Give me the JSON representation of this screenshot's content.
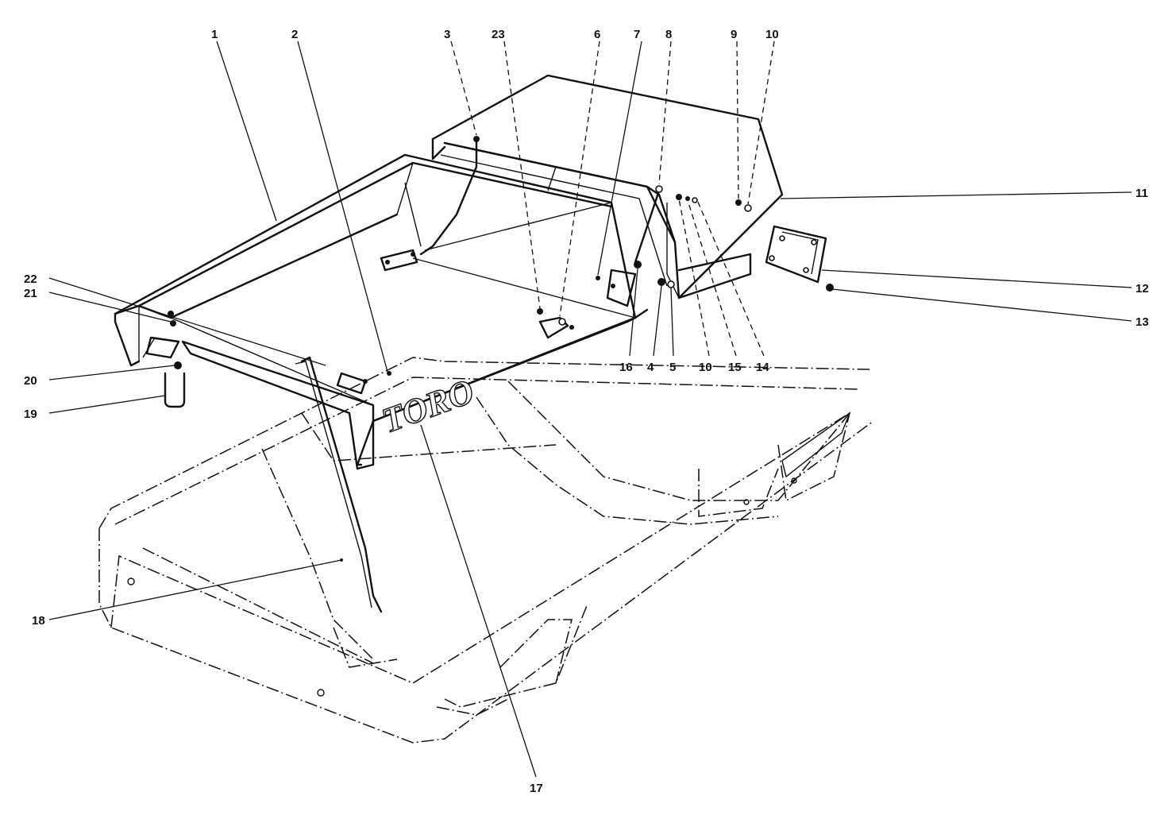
{
  "brand": "TORO",
  "callouts": [
    {
      "id": "c1",
      "text": "1"
    },
    {
      "id": "c2",
      "text": "2"
    },
    {
      "id": "c3",
      "text": "3"
    },
    {
      "id": "c23",
      "text": "23"
    },
    {
      "id": "c6",
      "text": "6"
    },
    {
      "id": "c7",
      "text": "7"
    },
    {
      "id": "c8",
      "text": "8"
    },
    {
      "id": "c9",
      "text": "9"
    },
    {
      "id": "c10a",
      "text": "10"
    },
    {
      "id": "c11",
      "text": "11"
    },
    {
      "id": "c12",
      "text": "12"
    },
    {
      "id": "c13",
      "text": "13"
    },
    {
      "id": "c14",
      "text": "14"
    },
    {
      "id": "c15",
      "text": "15"
    },
    {
      "id": "c10b",
      "text": "10"
    },
    {
      "id": "c5",
      "text": "5"
    },
    {
      "id": "c4",
      "text": "4"
    },
    {
      "id": "c16",
      "text": "16"
    },
    {
      "id": "c22",
      "text": "22"
    },
    {
      "id": "c21",
      "text": "21"
    },
    {
      "id": "c20",
      "text": "20"
    },
    {
      "id": "c19",
      "text": "19"
    },
    {
      "id": "c18",
      "text": "18"
    },
    {
      "id": "c17",
      "text": "17"
    }
  ]
}
